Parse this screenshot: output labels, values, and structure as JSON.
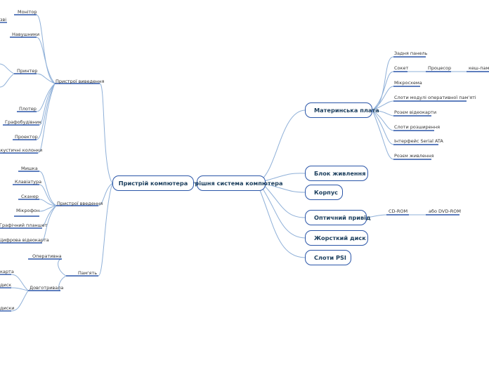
{
  "center": "Внутрішня система компютера",
  "computer_device": "Пристрій компютера",
  "right_nodes": {
    "motherboard": "Материнська плата",
    "power_unit": "Блок живлення",
    "case": "Корпус",
    "optical_drive": "Оптичний привід",
    "hdd": "Жорсткий диск",
    "pci_slots": "Слоти PSI"
  },
  "motherboard_items": {
    "back_panel": "Задня панель",
    "socket": "Сокет",
    "processor": "Процесор",
    "cache": "кеш-пам'ять",
    "microchip": "Мікросхема",
    "ram_slots": "Слоти модулі оперативної пам'яті",
    "video_socket": "Розєм відеокарти",
    "expansion_slots": "Слоти розширення",
    "sata": "Інтерфейс Serial ATA",
    "power_socket": "Розєм живлення"
  },
  "optical_items": {
    "cdrom": "CD-ROM",
    "dvdrom": "або DVD-ROM"
  },
  "output_devices": {
    "title": "Пристрої виведення",
    "monitor": "Монітор",
    "monitor_partial": "зві",
    "headphones": "Навушники",
    "printer": "Принтер",
    "plotter": "Плотер",
    "graph_plotter": "Графобудівник",
    "projector": "Проектор",
    "speakers": "Акустичні колонки"
  },
  "input_devices": {
    "title": "Пристрої введення",
    "mouse": "Мишка",
    "keyboard": "Клавіатура",
    "scanner": "Сканер",
    "microphone": "Мікрофон",
    "tablet": "Графічний планшет",
    "video_card": "Цифрова відеокарта"
  },
  "memory": {
    "title": "Пам'ять",
    "ram": "Оперативна",
    "long_term": "Довготривала",
    "card": "карта",
    "disk": "диск",
    "disks": "диски"
  },
  "colors": {
    "node_border": "#2a55a8",
    "node_text": "#1a3d5c",
    "branch": "#8fb0d8",
    "underline": "#2a55a8"
  }
}
